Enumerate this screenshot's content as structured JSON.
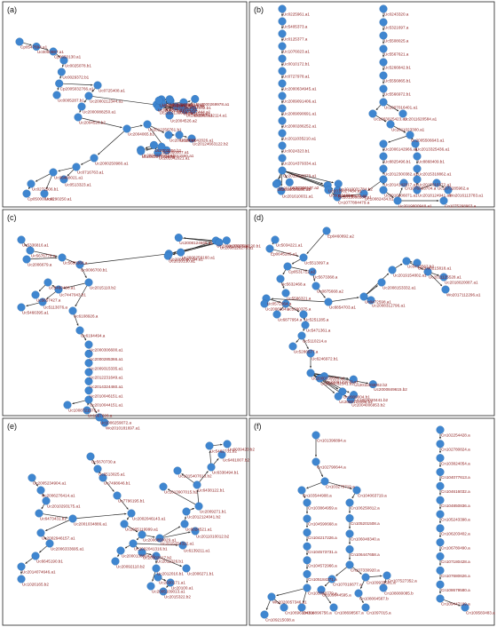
{
  "panels": [
    {
      "id": "a",
      "label": "(a)",
      "nodes": [
        "Cp0547694.a1",
        "Uc0000887.a1",
        "Cp0650130.a1",
        "Uc0025078.b1",
        "Uc0029372.b1",
        "Cp2005032766.a1",
        "Uc0005287.b1",
        "Uc0725408.a1",
        "Uc2000212344.a1",
        "Uc2000088250.a1",
        "Uc2004526.b2",
        "Uc2004529.a1",
        "Uc2004529.a1",
        "Uc2010135014.a1",
        "Uc2010132114.a1",
        "Uc2000170078.b1",
        "Uc2004526.a2",
        "Uc2007157978.a2",
        "Uc2004209022.a1",
        "Uc2004189718.a1",
        "Uc2008125402.a1",
        "Uc2002047444.a1",
        "Uc2000269978.a1",
        "Uc2002047.a1",
        "Uc2004042.b1",
        "Uc2004065.b2",
        "Uc2012256761.b1",
        "Uc2002324.a1",
        "Uc2000042026.a1",
        "Uc20124663122.b2",
        "Uc2011560.a1",
        "Uc201042021.a1",
        "Uc2002056.b1",
        "Uc2004226902.a1",
        "Uc2000007.a1",
        "Uc2002077439.a1",
        "Uc2000250980.a1",
        "Uc0716763.a1",
        "Uc06468021.a1",
        "Uc0272506.b1",
        "Cp0500004.a1",
        "Uc0290250.a1",
        "Uc0513323.a1"
      ]
    },
    {
      "id": "b",
      "label": "(b)",
      "nodes": [
        "Uc0225961.a1",
        "Uc5405373.a",
        "Uc0125377.a",
        "Uc1076023.a1",
        "Uc0010172.b1",
        "Uc0727978.a1",
        "Uc2000634945.a1",
        "Uc2009091406.a1",
        "Uc2009090691.a1",
        "Uc2000286252.a1",
        "Uc2011035210.a1",
        "Uc0024323.b1",
        "Uc2014379334.a1",
        "Uc2015199379.a1",
        "Uc201610031.a1",
        "Uc2010031794.b2",
        "Uc20100117.a2",
        "Uc2019027484.a1",
        "Uc2010031784.b2",
        "Uc2015006584.a1",
        "Uc2016006584.a1",
        "Uc20100131.a1",
        "Uc0243320.a",
        "Uc5321697.a",
        "Uc5508025.a",
        "Uc5567621.a",
        "Uc5266842.b1",
        "Uc5556865.b1",
        "Uc5566972.b1",
        "Uc2007016401.a1",
        "Uc2003025423.a1",
        "Uc2011620584.a1",
        "Uc2011023300.a1",
        "Uc2005506643.a1",
        "Uc2006142966.a1",
        "Uc2013325436.a1",
        "Uc8825496.b1",
        "Uc8868409.b1",
        "Uc2012300382.a1",
        "Uc2015318862.a1",
        "Uc2014142917.a1",
        "Uc2017016272.a1",
        "Uc2016006071.a1",
        "Uc2018124941.a1",
        "Uc2019800948.a1",
        "Uc1073285962.a",
        "Cn1075298963.a",
        "Uc10082434.b1",
        "Cn1077884479.a",
        "Uc0083479.a",
        "Cn1076963704.a",
        "Wo2016113783.a1"
      ]
    },
    {
      "id": "c",
      "label": "(c)",
      "nodes": [
        "Uc5336816.a1",
        "Uc5676778.a",
        "Uc2006679.a",
        "Uc5656368.a",
        "Uc0006700.b1",
        "Uc2000256160.a1",
        "Uc2000133275.a1",
        "Uc2008124569.a1",
        "Uc2008126275.a1",
        "Uc2006090194.a1",
        "Uc2000105120.b1",
        "Uc2010130.a1",
        "Uc2015110.b2",
        "Uc7447043.b1",
        "Uc5113076.a",
        "Uc5466395.a1",
        "Uc5460466.a1",
        "Uc5657427.a",
        "Uc6108926.a",
        "Uc6194494.a",
        "Uc2000306600.a1",
        "Uc2000285366.a1",
        "Uc2009315335.a1",
        "Uc2012231649.a1",
        "Uc2014324460.a1",
        "Uc2010046151.a1",
        "Uc2010044151.a1",
        "Uc1008721576.a",
        "Uc1007626.a",
        "Uc1006259072.a",
        "Wo2010181697.a1"
      ]
    },
    {
      "id": "d",
      "label": "(d)",
      "nodes": [
        "Uc5034221.a1",
        "Ep0645285.a1",
        "Ep0460892.a2",
        "Uc5513097.a",
        "Cp0531712.a2",
        "Uc5673368.a",
        "Uc5632468.a",
        "Uc0875668.a2",
        "Uc5586321.a",
        "Uc8854703.a1",
        "Uc0472598.a1",
        "Uc2019154802.a1",
        "Uc0413567.b2",
        "Uc2000215818.a1",
        "Uc2011125528.a1",
        "Uc2018020087.a1",
        "Wo2017112296.a1",
        "Uc2008153332.a1",
        "Uc2008312796.a1",
        "Uc0572964.a",
        "Uc5390375.a",
        "Uc6877954.a",
        "Uc5251285.a",
        "Uc5471361.a",
        "Uc5110214.a",
        "Uc5286577.a",
        "Uc2006834.a",
        "Uc6246972.b1",
        "Uc2000239556.a1",
        "Uc2009129070.a1",
        "Uc2009004.b1",
        "Uc2004006953.b2",
        "Uc2002020441.b2",
        "Uc2011003062.b2",
        "Uc2000032341.b2",
        "Uc2000849615.b2",
        "Uc2000124096.b2"
      ]
    },
    {
      "id": "e",
      "label": "(e)",
      "nodes": [
        "Uc2005234904.a1",
        "Uc2006276414.a1",
        "Uc2010293175.a1",
        "Uc6473431.b1",
        "Uc2001034886.a1",
        "Uc2002946157.a1",
        "Uc2006333695.a1",
        "Uc6645190.b1",
        "Uc2014074646.a1",
        "Uc1026165.b2",
        "Uc5670730.a",
        "Uc6513025.a1",
        "Uc7498646.b1",
        "Uc7796195.b1",
        "Uc2002046143.a1",
        "Uc2005119999.a1",
        "Uc2006859029.a1",
        "Uc2002041316.b1",
        "Uc2000138804.a1",
        "Uc20092110.b2",
        "Uc20102017.b2",
        "Uc2011026.b1",
        "Uc2012016.b1",
        "Uc2020171.a1",
        "Uc20100.a1",
        "Uc2015322.b2",
        "Uc2005109013.a1",
        "Uc2006271.b1",
        "Uc6139211.a1",
        "Uc2015254322.a1",
        "Uc6024521.a1",
        "Uc2011010012.b2",
        "Uc2012124041.b2",
        "Uc2009271.b1",
        "Uc6438122.b1",
        "Uc6336494.b1",
        "Uc6461007.b2",
        "Uc5462731.b2",
        "Uc6039420.b2",
        "Uc1015407613.b2",
        "Uc1013907015.b2"
      ]
    },
    {
      "id": "f",
      "label": "(f)",
      "nodes": [
        "Cn101396894.a",
        "Cn102790644.a",
        "Cn103279719.a",
        "Cn103544908.a",
        "Cn104063719.a",
        "Cn103864959.a",
        "Cn104590668.a",
        "Cn104217226.a",
        "Cn104573731.a",
        "Cn104572966.a",
        "Cn105184271.a",
        "Cn105069779.a",
        "Cn106250812.a",
        "Cn105201508.a",
        "Cn106048340.a",
        "Cn106447658.a",
        "Cn107330920.a",
        "Cn107016677.a",
        "Cn109935501.a",
        "Cn107527352.a",
        "Cn109644595.a",
        "Cn108064567.b",
        "Cn108080085.b",
        "Wo2020057346.a1",
        "Cn106961843.a",
        "Cn109215038.a",
        "Cn108896756.a",
        "Cn108698567.a",
        "Cn1097015.a",
        "Cn102254428.a",
        "Cn102780824.a",
        "Cn103824054.a",
        "Cn104077613.a",
        "Cn104616032.a",
        "Cn104850836.a",
        "Cn105243398.a",
        "Cn106203402.a",
        "Cn106780490.a",
        "Cn107180428.a",
        "Cn107680626.a",
        "Cn108679580.a",
        "Cn109447199.a",
        "Cn109583483.a"
      ]
    }
  ]
}
